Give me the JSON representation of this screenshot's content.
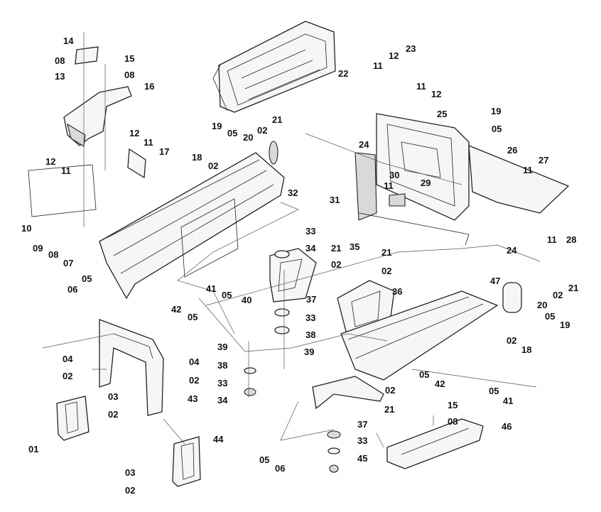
{
  "diagram": {
    "callouts": [
      {
        "id": "c-14",
        "text": "14"
      },
      {
        "id": "c-08a",
        "text": "08"
      },
      {
        "id": "c-13",
        "text": "13"
      },
      {
        "id": "c-15a",
        "text": "15"
      },
      {
        "id": "c-08b",
        "text": "08"
      },
      {
        "id": "c-16",
        "text": "16"
      },
      {
        "id": "c-23",
        "text": "23"
      },
      {
        "id": "c-12a",
        "text": "12"
      },
      {
        "id": "c-11a",
        "text": "11"
      },
      {
        "id": "c-22",
        "text": "22"
      },
      {
        "id": "c-11b",
        "text": "11"
      },
      {
        "id": "c-12b",
        "text": "12"
      },
      {
        "id": "c-25",
        "text": "25"
      },
      {
        "id": "c-19a",
        "text": "19"
      },
      {
        "id": "c-05a",
        "text": "05"
      },
      {
        "id": "c-26",
        "text": "26"
      },
      {
        "id": "c-27",
        "text": "27"
      },
      {
        "id": "c-11c",
        "text": "11"
      },
      {
        "id": "c-11d",
        "text": "11"
      },
      {
        "id": "c-28",
        "text": "28"
      },
      {
        "id": "c-19b",
        "text": "19"
      },
      {
        "id": "c-05b",
        "text": "05"
      },
      {
        "id": "c-20a",
        "text": "20"
      },
      {
        "id": "c-02a",
        "text": "02"
      },
      {
        "id": "c-21a",
        "text": "21"
      },
      {
        "id": "c-12c",
        "text": "12"
      },
      {
        "id": "c-11e",
        "text": "11"
      },
      {
        "id": "c-17",
        "text": "17"
      },
      {
        "id": "c-18a",
        "text": "18"
      },
      {
        "id": "c-02b",
        "text": "02"
      },
      {
        "id": "c-24a",
        "text": "24"
      },
      {
        "id": "c-30",
        "text": "30"
      },
      {
        "id": "c-11f",
        "text": "11"
      },
      {
        "id": "c-29",
        "text": "29"
      },
      {
        "id": "c-12d",
        "text": "12"
      },
      {
        "id": "c-11g",
        "text": "11"
      },
      {
        "id": "c-32",
        "text": "32"
      },
      {
        "id": "c-31",
        "text": "31"
      },
      {
        "id": "c-10",
        "text": "10"
      },
      {
        "id": "c-09",
        "text": "09"
      },
      {
        "id": "c-08c",
        "text": "08"
      },
      {
        "id": "c-07",
        "text": "07"
      },
      {
        "id": "c-33a",
        "text": "33"
      },
      {
        "id": "c-34a",
        "text": "34"
      },
      {
        "id": "c-35",
        "text": "35"
      },
      {
        "id": "c-21b",
        "text": "21"
      },
      {
        "id": "c-21c",
        "text": "21"
      },
      {
        "id": "c-02c",
        "text": "02"
      },
      {
        "id": "c-02d",
        "text": "02"
      },
      {
        "id": "c-24b",
        "text": "24"
      },
      {
        "id": "c-06a",
        "text": "06"
      },
      {
        "id": "c-05c",
        "text": "05"
      },
      {
        "id": "c-41a",
        "text": "41"
      },
      {
        "id": "c-05d",
        "text": "05"
      },
      {
        "id": "c-40",
        "text": "40"
      },
      {
        "id": "c-37a",
        "text": "37"
      },
      {
        "id": "c-36",
        "text": "36"
      },
      {
        "id": "c-47",
        "text": "47"
      },
      {
        "id": "c-42a",
        "text": "42"
      },
      {
        "id": "c-05e",
        "text": "05"
      },
      {
        "id": "c-33b",
        "text": "33"
      },
      {
        "id": "c-38a",
        "text": "38"
      },
      {
        "id": "c-02e",
        "text": "02"
      },
      {
        "id": "c-21d",
        "text": "21"
      },
      {
        "id": "c-20b",
        "text": "20"
      },
      {
        "id": "c-05f",
        "text": "05"
      },
      {
        "id": "c-19c",
        "text": "19"
      },
      {
        "id": "c-02f",
        "text": "02"
      },
      {
        "id": "c-18b",
        "text": "18"
      },
      {
        "id": "c-39a",
        "text": "39"
      },
      {
        "id": "c-39b",
        "text": "39"
      },
      {
        "id": "c-04a",
        "text": "04"
      },
      {
        "id": "c-02g",
        "text": "02"
      },
      {
        "id": "c-38b",
        "text": "38"
      },
      {
        "id": "c-04b",
        "text": "04"
      },
      {
        "id": "c-02h",
        "text": "02"
      },
      {
        "id": "c-05g",
        "text": "05"
      },
      {
        "id": "c-42b",
        "text": "42"
      },
      {
        "id": "c-02i",
        "text": "02"
      },
      {
        "id": "c-05h",
        "text": "05"
      },
      {
        "id": "c-41b",
        "text": "41"
      },
      {
        "id": "c-33c",
        "text": "33"
      },
      {
        "id": "c-03a",
        "text": "03"
      },
      {
        "id": "c-43",
        "text": "43"
      },
      {
        "id": "c-21e",
        "text": "21"
      },
      {
        "id": "c-34b",
        "text": "34"
      },
      {
        "id": "c-02j",
        "text": "02"
      },
      {
        "id": "c-15b",
        "text": "15"
      },
      {
        "id": "c-08d",
        "text": "08"
      },
      {
        "id": "c-46",
        "text": "46"
      },
      {
        "id": "c-37b",
        "text": "37"
      },
      {
        "id": "c-01",
        "text": "01"
      },
      {
        "id": "c-44",
        "text": "44"
      },
      {
        "id": "c-33d",
        "text": "33"
      },
      {
        "id": "c-05i",
        "text": "05"
      },
      {
        "id": "c-06b",
        "text": "06"
      },
      {
        "id": "c-45",
        "text": "45"
      },
      {
        "id": "c-03b",
        "text": "03"
      },
      {
        "id": "c-02k",
        "text": "02"
      }
    ]
  }
}
